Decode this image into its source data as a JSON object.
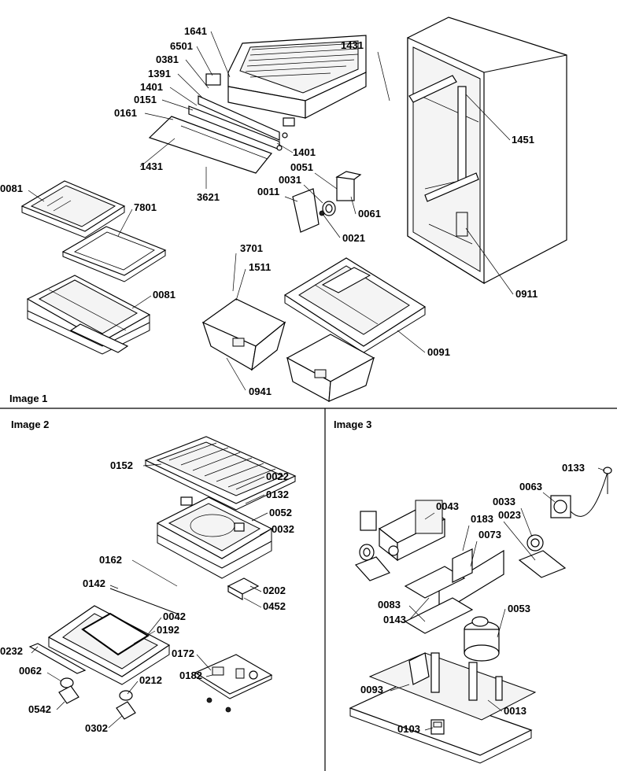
{
  "panels": [
    {
      "id": "image-1",
      "title": "Image 1"
    },
    {
      "id": "image-2",
      "title": "Image 2"
    },
    {
      "id": "image-3",
      "title": "Image 3"
    }
  ],
  "callouts": [
    "1641",
    "6501",
    "0381",
    "1391",
    "1401",
    "0151",
    "0161",
    "1431",
    "1431",
    "1401",
    "3621",
    "0051",
    "0031",
    "0011",
    "0061",
    "0021",
    "0081",
    "7801",
    "0081",
    "3701",
    "1511",
    "0941",
    "0091",
    "1451",
    "0911",
    "0152",
    "0022",
    "0132",
    "0052",
    "0032",
    "0162",
    "0142",
    "0202",
    "0452",
    "0042",
    "0192",
    "0232",
    "0062",
    "0212",
    "0542",
    "0302",
    "0172",
    "0182",
    "0133",
    "0063",
    "0033",
    "0043",
    "0183",
    "0023",
    "0073",
    "0083",
    "0143",
    "0053",
    "0093",
    "0013",
    "0103"
  ]
}
